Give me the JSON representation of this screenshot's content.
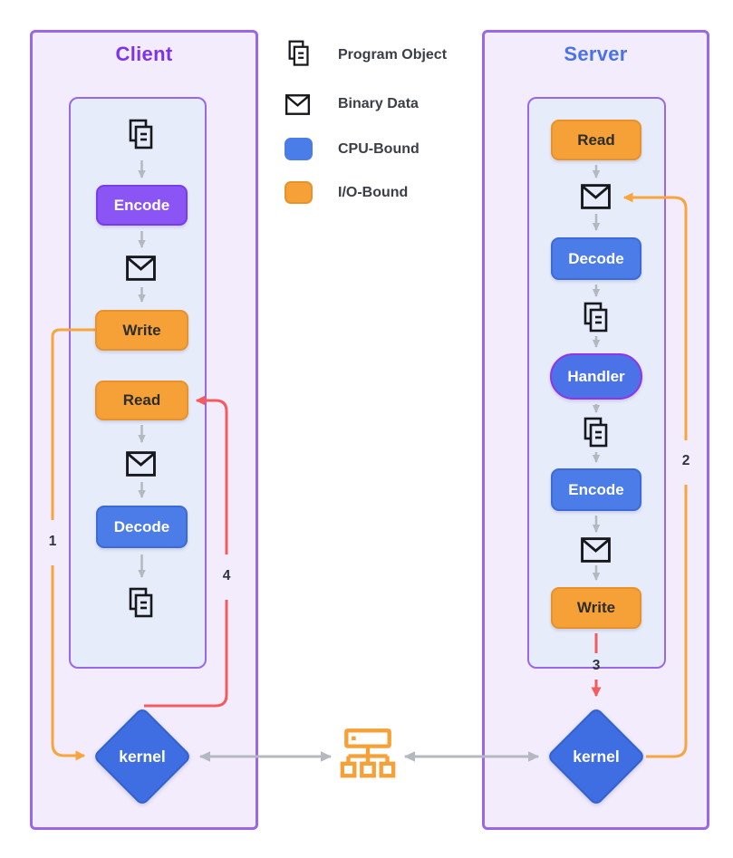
{
  "legend": {
    "program_object": "Program Object",
    "binary_data": "Binary Data",
    "cpu_bound": "CPU-Bound",
    "io_bound": "I/O-Bound"
  },
  "client": {
    "title": "Client",
    "encode": "Encode",
    "write": "Write",
    "read": "Read",
    "decode": "Decode",
    "kernel": "kernel"
  },
  "server": {
    "title": "Server",
    "read": "Read",
    "decode": "Decode",
    "handler": "Handler",
    "encode": "Encode",
    "write": "Write",
    "kernel": "kernel"
  },
  "sequence_labels": {
    "s1": "1",
    "s2": "2",
    "s3": "3",
    "s4": "4"
  },
  "colors": {
    "panel_border_purple": "#9a67e9",
    "panel_fill_lavender": "#f3ecfc",
    "inner_panel_fill": "#e7ecfb",
    "cpu_bound_blue": "#4b7ce8",
    "io_bound_orange": "#f5a138",
    "purple_node": "#8a55f4",
    "kernel_blue": "#3e6ee2",
    "flow_red": "#f45b5e",
    "flow_orange": "#f7a53c",
    "flow_gray": "#b4b8bf",
    "client_title": "#7c33ea",
    "server_title": "#4a72e8"
  }
}
